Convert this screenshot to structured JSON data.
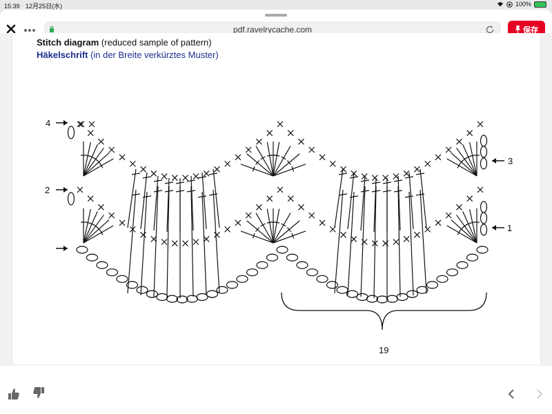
{
  "status_bar": {
    "time": "15:39",
    "date": "12月25日(水)",
    "battery": "100%"
  },
  "browser": {
    "url": "pdf.ravelrycache.com",
    "save_label": "保存",
    "close_icon": "close-icon",
    "more_icon": "more-dots-icon"
  },
  "pdf": {
    "title_en_bold": "Stitch diagram",
    "title_en_rest": " (reduced sample of pattern)",
    "title_de_bold": "Häkelschrift",
    "title_de_rest": " (in der Breite verkürztes Muster)",
    "row_labels": {
      "row1": "1",
      "row2": "2",
      "row3": "3",
      "row4": "4"
    },
    "repeat_count": "19"
  },
  "colors": {
    "accent": "#e60023",
    "title_de": "#1b2d8d"
  }
}
